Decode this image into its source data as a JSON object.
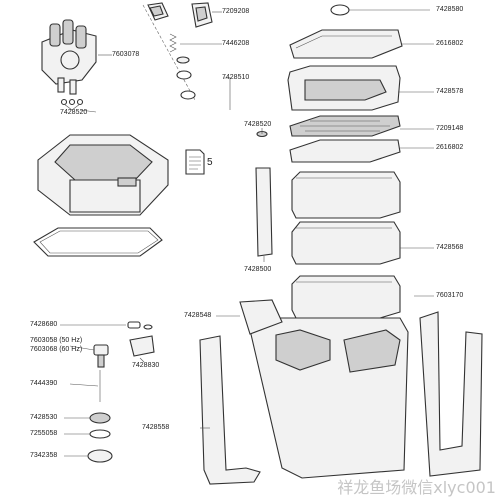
{
  "parts": {
    "p7209208": "7209208",
    "p7603078": "7603078",
    "p7446208": "7446208",
    "p7428510": "7428510",
    "p7428520_top": "7428520",
    "p7428520_mid": "7428520",
    "p7428580": "7428580",
    "p2616802_top": "2616802",
    "p7428578": "7428578",
    "p7209148": "7209148",
    "p2616802_mid": "2616802",
    "p7428568": "7428568",
    "p7428500": "7428500",
    "p7603170": "7603170",
    "p7428680": "7428680",
    "p7428548": "7428548",
    "p7603058": "7603058 (50 Hz)",
    "p7603068": "7603068 (60 Hz)",
    "p7428830": "7428830",
    "p7444390": "7444390",
    "p7428530": "7428530",
    "p7255058": "7255058",
    "p7428558": "7428558",
    "p7342358": "7342358"
  },
  "document_ref": "5",
  "watermark": "祥龙鱼场微信xlyc001"
}
